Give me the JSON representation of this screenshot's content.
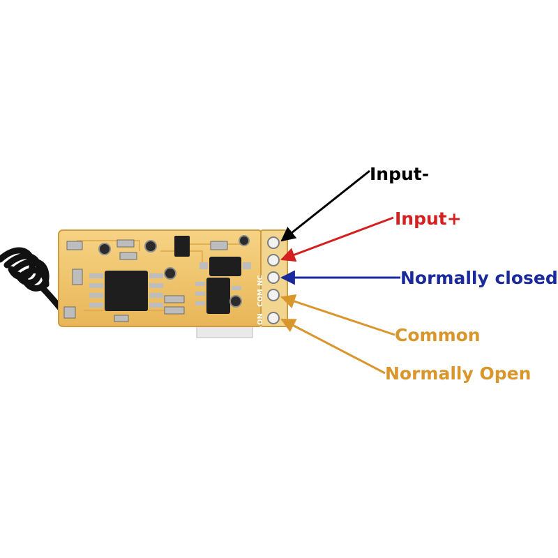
{
  "board": {
    "silkscreen": {
      "nc": "NC",
      "com": "COM",
      "no": "ON"
    }
  },
  "labels": [
    {
      "key": "input_minus",
      "text": "Input-",
      "color": "#000000"
    },
    {
      "key": "input_plus",
      "text": "Input+",
      "color": "#d42020"
    },
    {
      "key": "normally_closed",
      "text": "Normally closed",
      "color": "#1a2a9c"
    },
    {
      "key": "common",
      "text": "Common",
      "color": "#d9962c"
    },
    {
      "key": "normally_open",
      "text": "Normally Open",
      "color": "#d9962c"
    }
  ],
  "colors": {
    "pcb": "#f2c66a",
    "pcb_edge": "#d8a548",
    "chip": "#1e1e1e",
    "pad": "#cfcfcf",
    "antenna": "#111111"
  }
}
